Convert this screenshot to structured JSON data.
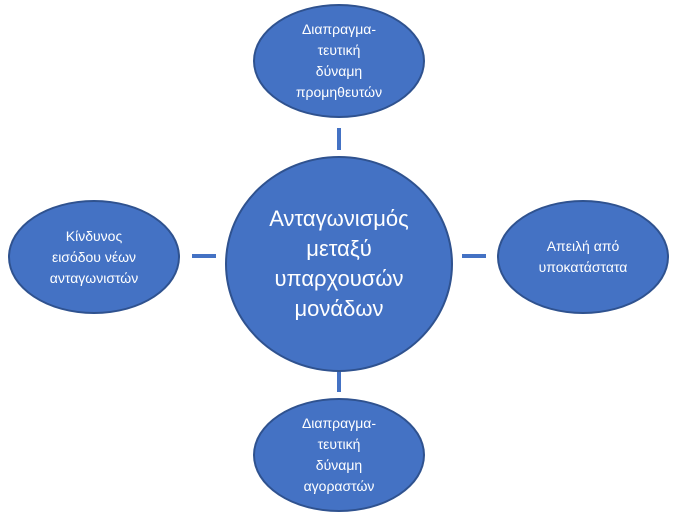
{
  "diagram": {
    "center": {
      "label": "Ανταγωνισμός\nμεταξύ\nυπαρχουσών\nμονάδων"
    },
    "top": {
      "label": "Διαπραγμα-\nτευτική\nδύναμη\nπρομηθευτών"
    },
    "left": {
      "label": "Κίνδυνος\nεισόδου νέων\nανταγωνιστών"
    },
    "right": {
      "label": "Απειλή από\nυποκατάστατα"
    },
    "bottom": {
      "label": "Διαπραγμα-\nτευτική\nδύναμη\nαγοραστών"
    },
    "colors": {
      "node_fill": "#4472c4",
      "node_border": "#2f528f",
      "text": "#ffffff",
      "connector": "#4472c4"
    }
  }
}
